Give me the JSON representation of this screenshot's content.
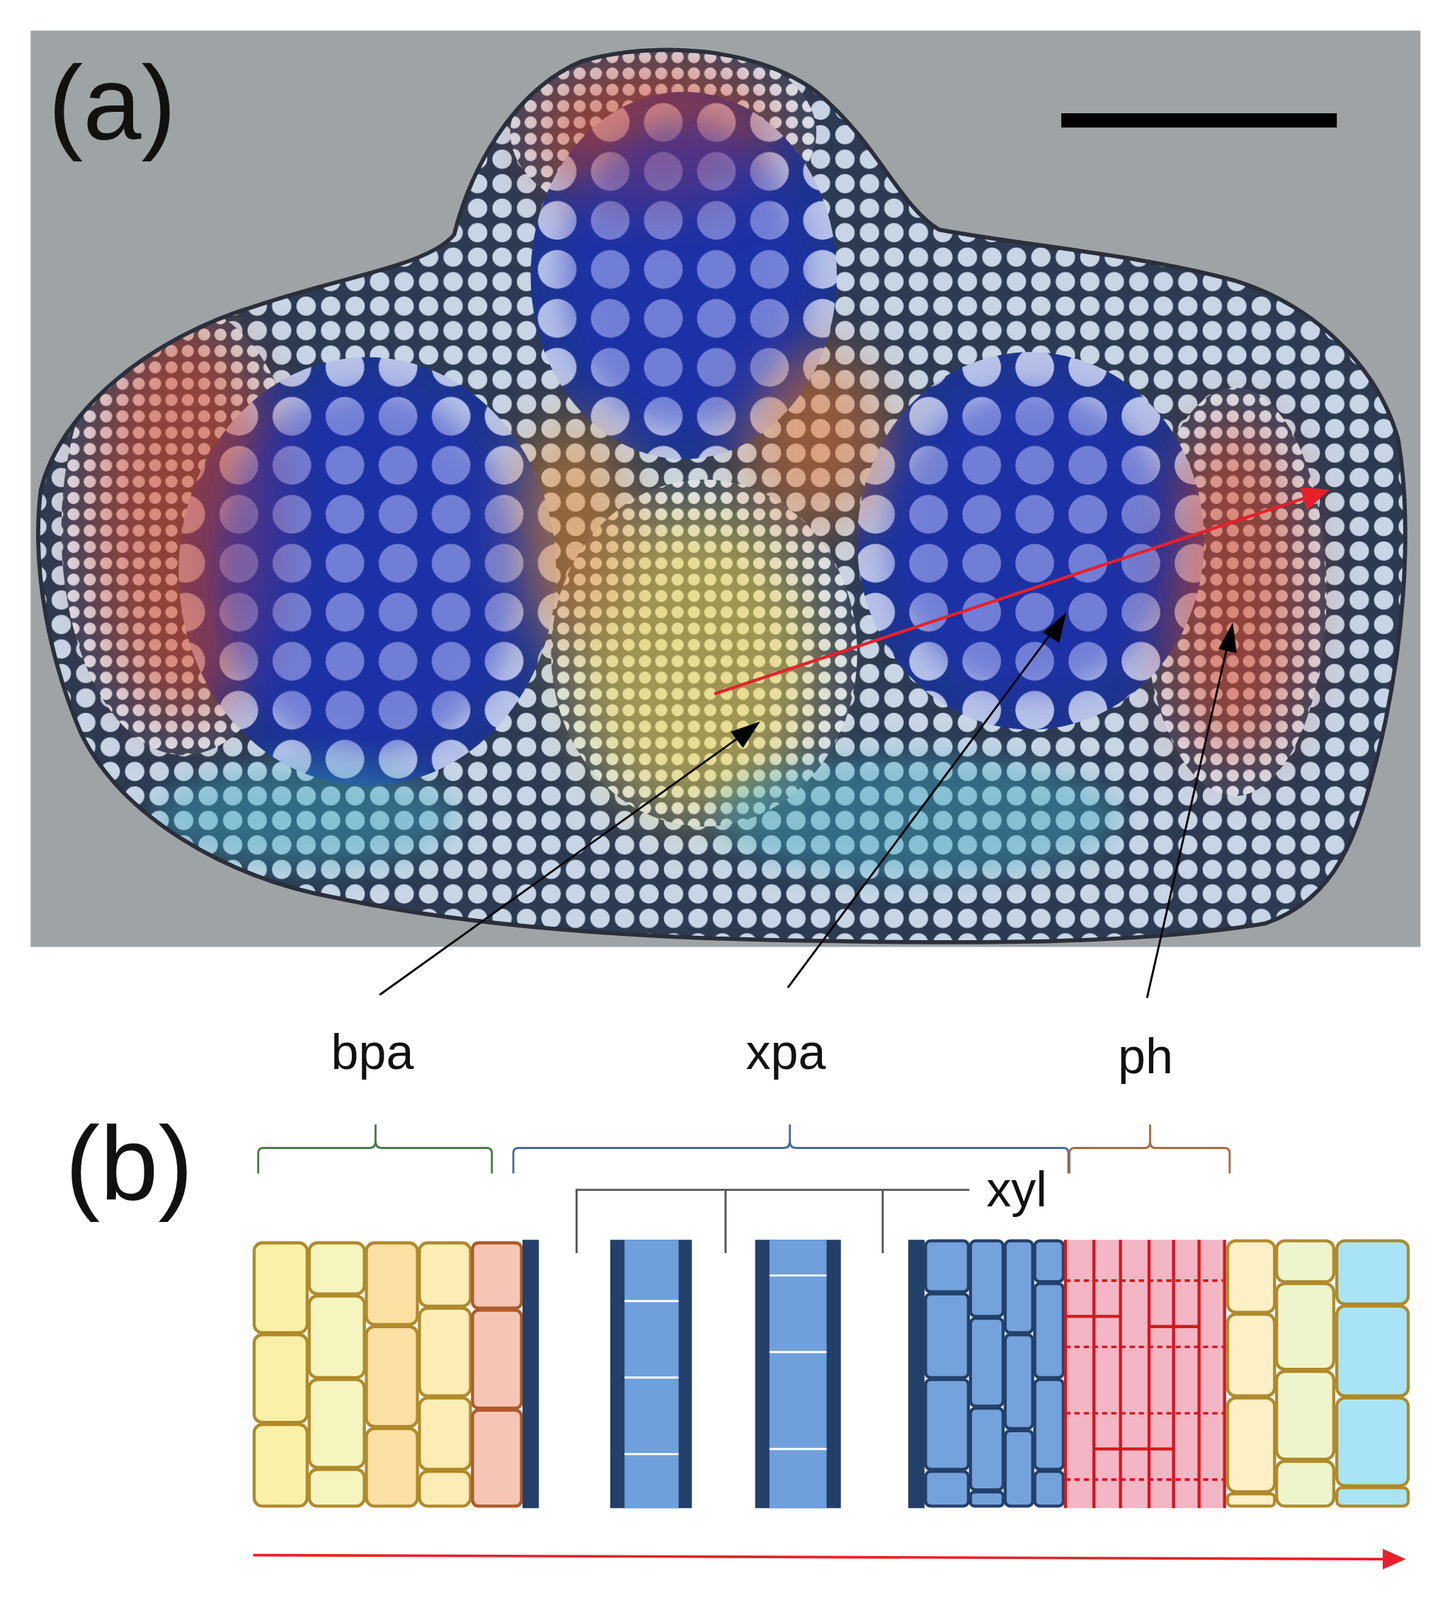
{
  "diagram": {
    "labels": [
      "(a)",
      "(b)",
      "bpa",
      "xpa",
      "ph",
      "xyl"
    ]
  }
}
